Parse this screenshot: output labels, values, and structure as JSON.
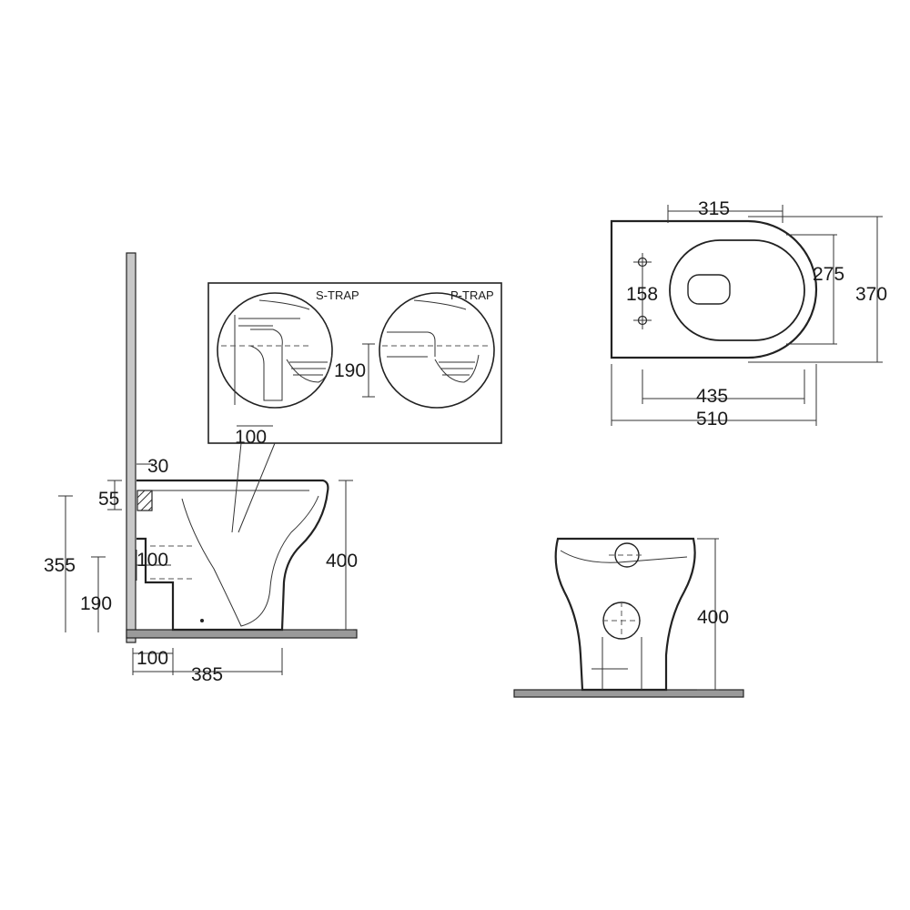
{
  "trap_labels": {
    "s_trap": "S-TRAP",
    "p_trap": "P-TRAP"
  },
  "side_view": {
    "dim_30": "30",
    "dim_55": "55",
    "dim_355": "355",
    "dim_100_inlet": "100",
    "dim_190": "190",
    "dim_400": "400",
    "dim_100_wall": "100",
    "dim_385": "385",
    "dim_100_detail": "100",
    "dim_190_detail": "190"
  },
  "top_view": {
    "dim_315": "315",
    "dim_275": "275",
    "dim_370": "370",
    "dim_158": "158",
    "dim_435": "435",
    "dim_510": "510"
  },
  "front_view": {
    "dim_400": "400"
  },
  "colors": {
    "line": "#222222",
    "floor": "#7a7a7a",
    "wall": "#8a8a8a"
  }
}
